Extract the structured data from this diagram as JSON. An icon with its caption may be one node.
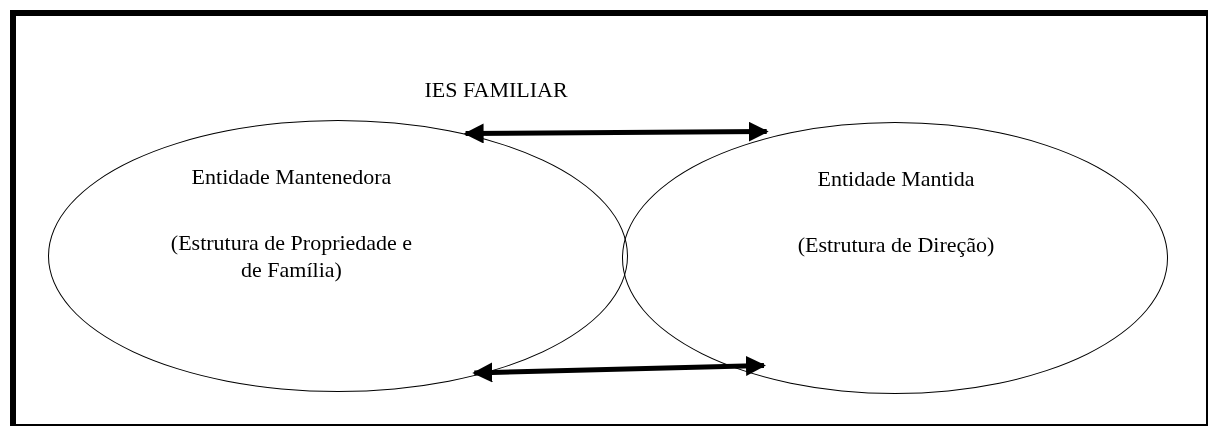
{
  "diagram": {
    "nodes": [
      {
        "text": [
          "IES FAMILIAR"
        ]
      },
      {
        "text": [
          "Entidade Mantenedora",
          "(Estrutura de Propriedade e de Família)"
        ],
        "in": 0
      },
      {
        "text": [
          "Entidade Mantida",
          "(Estrutura de Direção)"
        ],
        "in": 0
      }
    ],
    "edges": [
      {
        "from": 1,
        "to": 2,
        "arrow": "both"
      },
      {
        "from": 1,
        "to": 2,
        "arrow": "both"
      }
    ]
  }
}
